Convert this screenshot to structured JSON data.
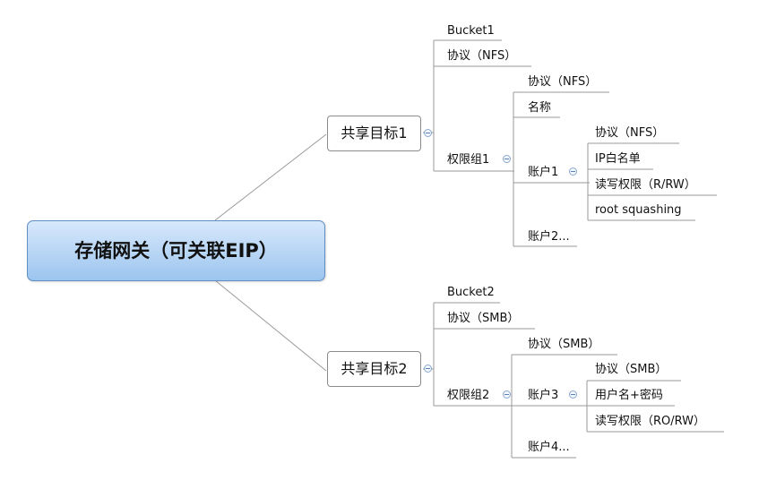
{
  "root": {
    "label": "存储网关（可关联EIP）"
  },
  "target1": {
    "label": "共享目标1",
    "bucket": "Bucket1",
    "protocol": "协议（NFS）",
    "group": {
      "label": "权限组1",
      "protocol": "协议（NFS）",
      "name": "名称",
      "account": {
        "label": "账户1",
        "protocol": "协议（NFS）",
        "ip_list": "IP白名单",
        "rw": "读写权限（R/RW）",
        "squash": "root squashing"
      },
      "account_more": "账户2..."
    }
  },
  "target2": {
    "label": "共享目标2",
    "bucket": "Bucket2",
    "protocol": "协议（SMB）",
    "group": {
      "label": "权限组2",
      "protocol": "协议（SMB）",
      "account": {
        "label": "账户3",
        "protocol": "协议（SMB）",
        "userpass": "用户名+密码",
        "rw": "读写权限（RO/RW）"
      },
      "account_more": "账户4..."
    }
  },
  "colors": {
    "line": "#9a9a9a",
    "root_top": "#d7e8fb",
    "root_bottom": "#9cc5ef",
    "toggle": "#8aa8cf"
  }
}
